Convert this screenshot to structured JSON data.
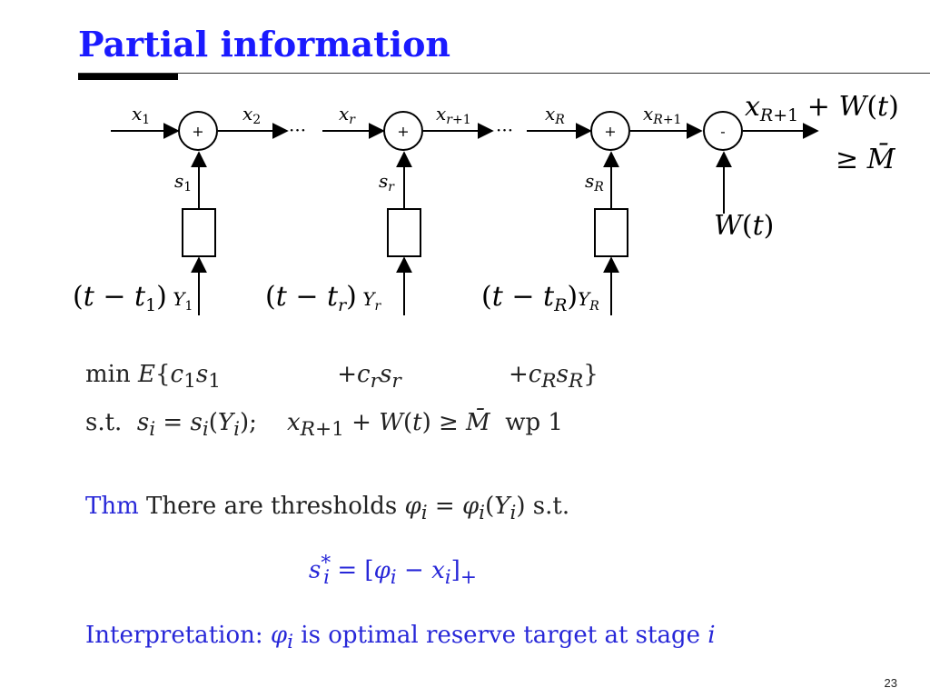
{
  "slide": {
    "title": "Partial information",
    "page_number": "23"
  },
  "diagram": {
    "flow_labels": [
      "x1",
      "x2",
      "xr",
      "xr+1",
      "xR",
      "xR+1"
    ],
    "output": {
      "label": "xR+1 + W(t)",
      "constraint": "≥ M̄"
    },
    "disturbance": "W(t)",
    "junctions": [
      "+",
      "+",
      "+",
      "-"
    ],
    "controls": [
      "s1",
      "sr",
      "sR"
    ],
    "observations": [
      "(t − t1) Y1",
      "(t − tr) Yr",
      "(t − tR) YR"
    ],
    "ellipsis": "···"
  },
  "equations": {
    "objective": {
      "prefix": "min E{",
      "t1": "c1s1",
      "t2": "+crsr",
      "t3": "+cRsR",
      "suffix": "}"
    },
    "constraint": {
      "prefix": "s.t.",
      "part1": "si = si(Yi);",
      "part2": "xR+1 + W(t) ≥ M̄  wp 1"
    }
  },
  "theorem": {
    "keyword": "Thm",
    "statement": "There are thresholds φi = φi(Yi) s.t.",
    "formula": "s*i = [φi − xi]+"
  },
  "interpretation": {
    "keyword": "Interpretation:",
    "text": "φi is optimal reserve target at stage i"
  }
}
